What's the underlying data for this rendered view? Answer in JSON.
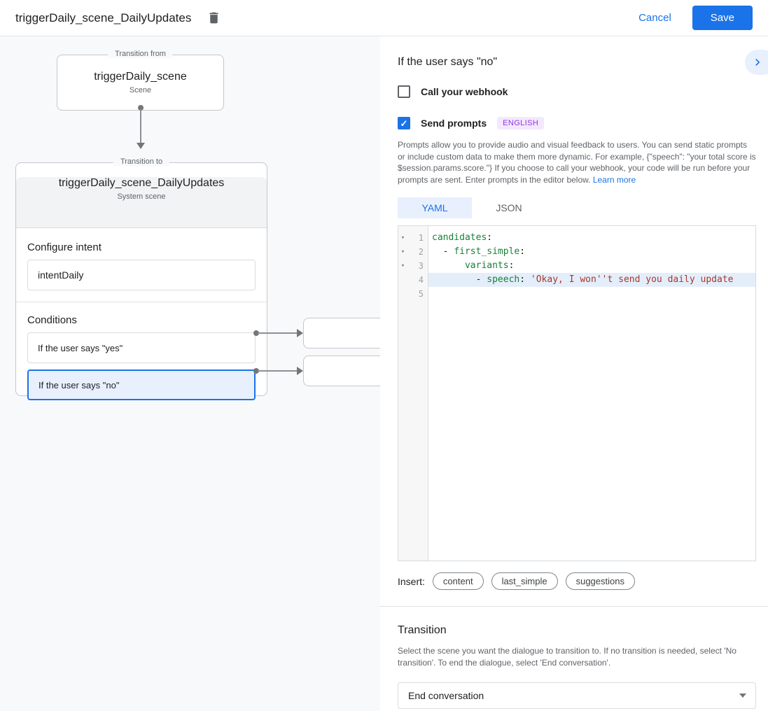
{
  "header": {
    "title": "triggerDaily_scene_DailyUpdates",
    "cancel_label": "Cancel",
    "save_label": "Save"
  },
  "diagram": {
    "from_box": {
      "legend": "Transition from",
      "title": "triggerDaily_scene",
      "subtitle": "Scene"
    },
    "to_box": {
      "legend": "Transition to",
      "title": "triggerDaily_scene_DailyUpdates",
      "subtitle": "System scene",
      "configure_intent_label": "Configure intent",
      "intent_value": "intentDaily",
      "conditions_label": "Conditions",
      "conditions": [
        {
          "label": "If the user says \"yes\"",
          "selected": false
        },
        {
          "label": "If the user says \"no\"",
          "selected": true
        }
      ]
    }
  },
  "panel": {
    "title": "If the user says \"no\"",
    "webhook": {
      "label": "Call your webhook",
      "checked": false
    },
    "prompts": {
      "label": "Send prompts",
      "checked": true,
      "check_glyph": "✓",
      "badge": "ENGLISH"
    },
    "description": "Prompts allow you to provide audio and visual feedback to users. You can send static prompts or include custom data to make them more dynamic. For example, {\"speech\": \"your total score is $session.params.score.\"} If you choose to call your webhook, your code will be run before your prompts are sent. Enter prompts in the editor below.",
    "learn_more": "Learn more",
    "tabs": [
      {
        "label": "YAML",
        "active": true
      },
      {
        "label": "JSON",
        "active": false
      }
    ],
    "editor": {
      "lines": [
        {
          "num": "1",
          "fold": "▾",
          "indent": "",
          "key": "candidates",
          "after": ":",
          "string": ""
        },
        {
          "num": "2",
          "fold": "▾",
          "indent": "  - ",
          "key": "first_simple",
          "after": ":",
          "string": ""
        },
        {
          "num": "3",
          "fold": "▾",
          "indent": "      ",
          "key": "variants",
          "after": ":",
          "string": ""
        },
        {
          "num": "4",
          "fold": "",
          "indent": "        - ",
          "key": "speech",
          "after": ": ",
          "string": "'Okay, I won''t send you daily update"
        },
        {
          "num": "5",
          "fold": "",
          "indent": "",
          "key": "",
          "after": "",
          "string": ""
        }
      ]
    },
    "insert": {
      "label": "Insert:",
      "buttons": [
        "content",
        "last_simple",
        "suggestions"
      ]
    },
    "transition": {
      "title": "Transition",
      "description": "Select the scene you want the dialogue to transition to. If no transition is needed, select 'No transition'. To end the dialogue, select 'End conversation'.",
      "value": "End conversation"
    }
  },
  "colors": {
    "accent": "#1a73e8",
    "selected_bg": "#e8f0fe",
    "badge_bg": "#f3e8fd",
    "badge_text": "#9334e6",
    "code_key": "#188038",
    "code_string": "#a8372e",
    "canvas_bg": "#f8f9fa"
  }
}
